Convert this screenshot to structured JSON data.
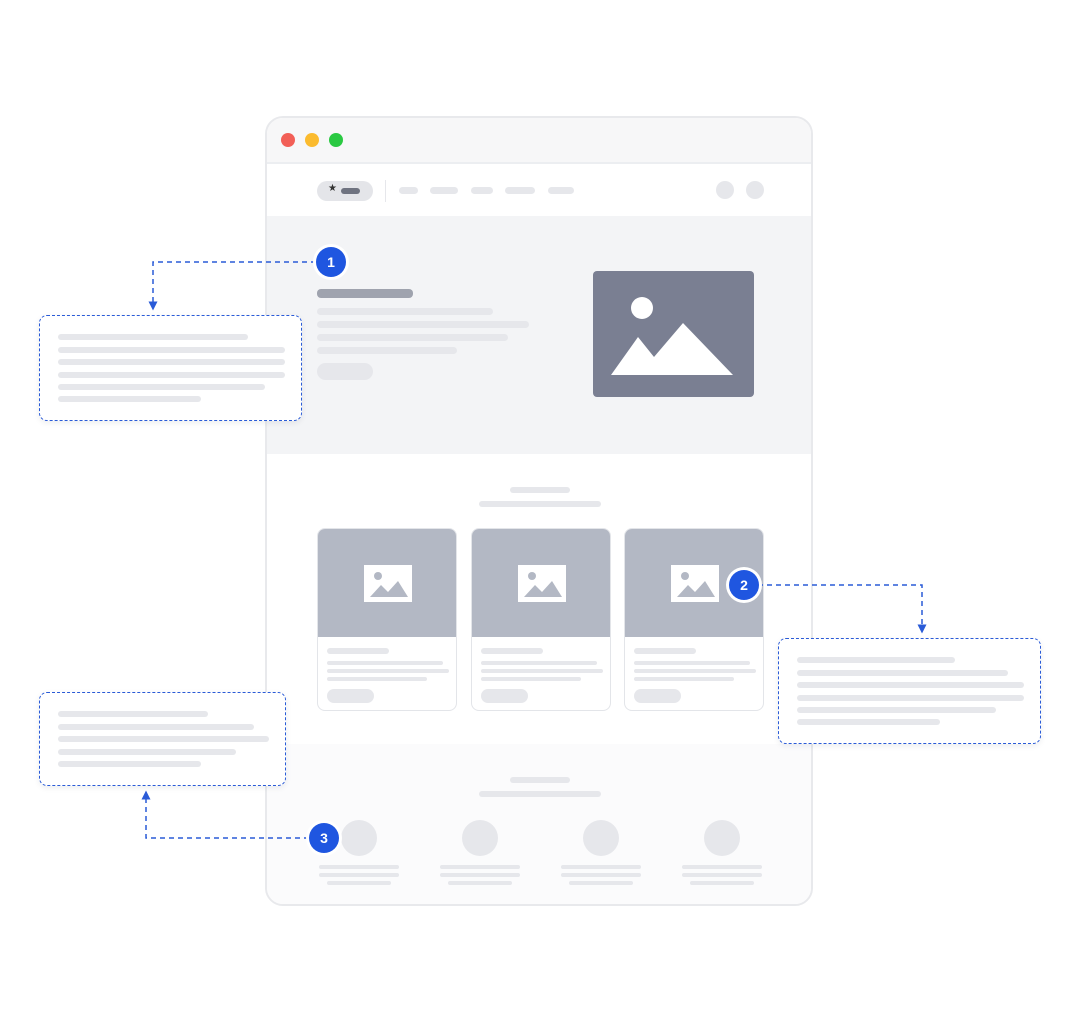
{
  "colors": {
    "window_border": "#e8e9ec",
    "titlebar": "#f7f7f8",
    "close_dot": "#f25f57",
    "minimize_dot": "#fbbb2f",
    "maximize_dot": "#2ac942",
    "hero_bg": "#f3f4f6",
    "hero_image": "#7a7f92",
    "card_image": "#b3b8c4",
    "placeholder_line": "#e6e7eb",
    "placeholder_dark": "#9fa3ae",
    "accent": "#1f56e0",
    "dashed_line": "#2a5bd7"
  },
  "window": {
    "traffic_lights": [
      "close",
      "minimize",
      "maximize"
    ],
    "logo_icon": "star-icon"
  },
  "annotations": [
    {
      "number": "1",
      "target": "hero"
    },
    {
      "number": "2",
      "target": "feature-cards"
    },
    {
      "number": "3",
      "target": "footer-features"
    }
  ],
  "icons": {
    "hero_image": "image-placeholder-icon",
    "card_image": "image-placeholder-icon",
    "footer_item": "circle-placeholder-icon"
  }
}
